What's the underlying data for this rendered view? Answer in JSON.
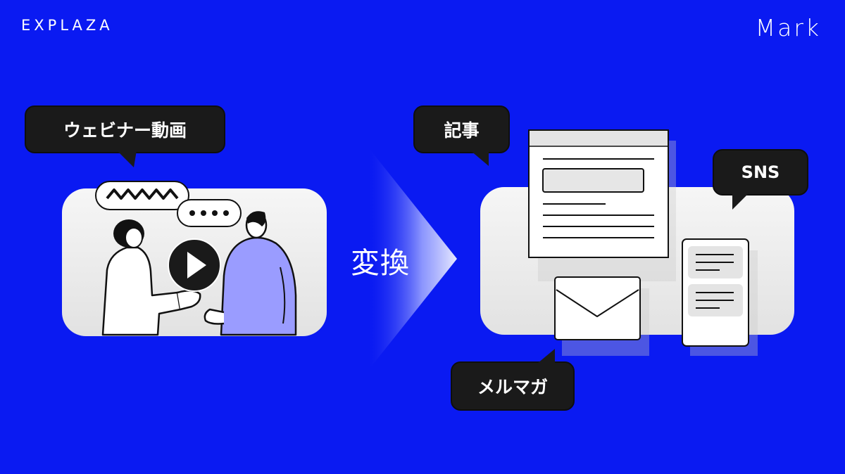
{
  "brand": {
    "left_logo": "EXPLAZA",
    "right_logo": "Mark"
  },
  "source": {
    "label": "ウェビナー動画"
  },
  "arrow": {
    "label": "変換"
  },
  "outputs": {
    "article": "記事",
    "sns": "SNS",
    "newsletter": "メルマガ"
  },
  "colors": {
    "background": "#0A1AF2",
    "bubble": "#1A1A1A",
    "card": "#EDEDED",
    "hoodie": "#9A9CFF",
    "text_light": "#FFFFFF"
  },
  "icons": {
    "play": "play-icon",
    "mail": "envelope-icon",
    "article": "document-icon",
    "sns": "phone-feed-icon"
  }
}
